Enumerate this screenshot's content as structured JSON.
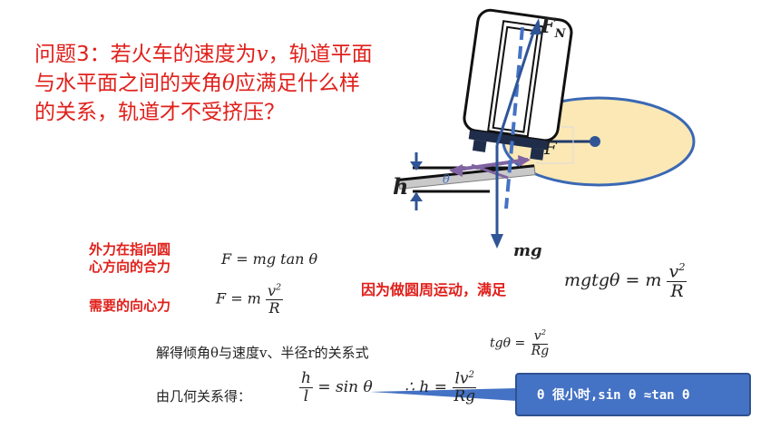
{
  "question": {
    "part1": "问题3：若火车的速度为",
    "v": "v",
    "part2": "，轨道平面与水平面之间的夹角",
    "theta": "θ",
    "part3": "应满足什么样的关系，轨道才不受挤压？"
  },
  "diagram": {
    "fn_label": "F",
    "fn_sub": "N",
    "f_label": "F",
    "mg_label": "mg",
    "h_label": "h",
    "theta_label": "θ"
  },
  "eq1": {
    "label_line1": "外力在指向圆",
    "label_line2": "心方向的合力",
    "formula": "F  =  mg tan θ"
  },
  "eq2": {
    "label": "需要的向心力",
    "lhs": "F = m",
    "num": "v",
    "num_sup": "2",
    "den": "R"
  },
  "eq3": {
    "label": "因为做圆周运动，满足",
    "lhs": "mgtgθ = m",
    "num": "v",
    "num_sup": "2",
    "den": "R"
  },
  "eq4": {
    "text": "解得倾角θ与速度v、半径r的关系式",
    "lhs": "tgθ =",
    "num": "v",
    "num_sup": "2",
    "den": "Rg"
  },
  "eq5": {
    "text": "由几何关系得：",
    "num1": "h",
    "den1": "l",
    "mid": "= sin θ",
    "therefore": "∴ h =",
    "num2": "lv",
    "num2_sup": "2",
    "den2": "Rg"
  },
  "callout": {
    "text": "θ 很小时,sin θ ≈tan θ"
  }
}
